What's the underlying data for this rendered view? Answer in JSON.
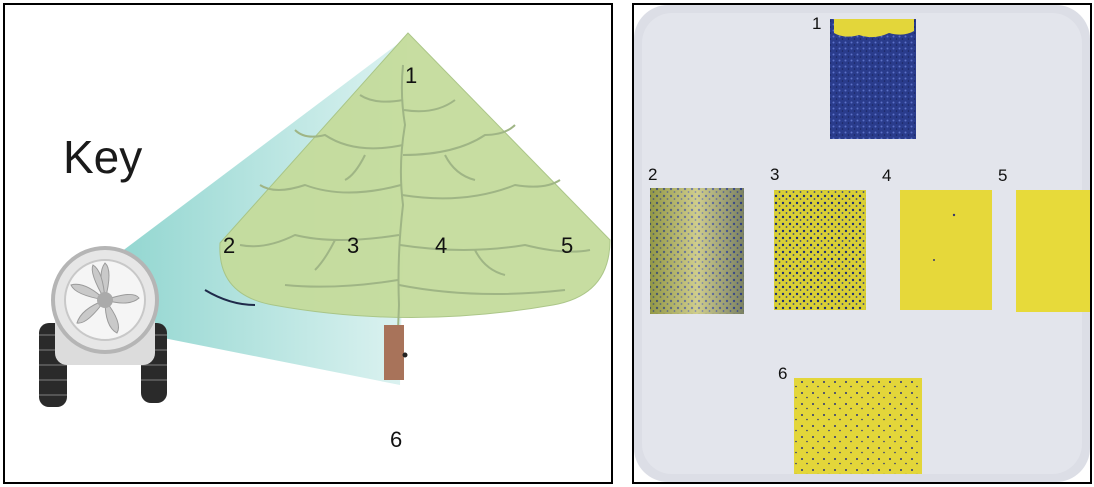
{
  "left_diagram": {
    "title": "Key",
    "positions": [
      "1",
      "2",
      "3",
      "4",
      "5",
      "6"
    ],
    "colors": {
      "spray": "#a9dcd8",
      "canopy": "#c5dc9c",
      "trunk": "#a8735a"
    }
  },
  "right_photo": {
    "card_labels": [
      "1",
      "2",
      "3",
      "4",
      "5",
      "6"
    ],
    "colors": {
      "card": "#e8d93a",
      "droplets": "#233a8c",
      "background": "#d9dbe3"
    }
  }
}
